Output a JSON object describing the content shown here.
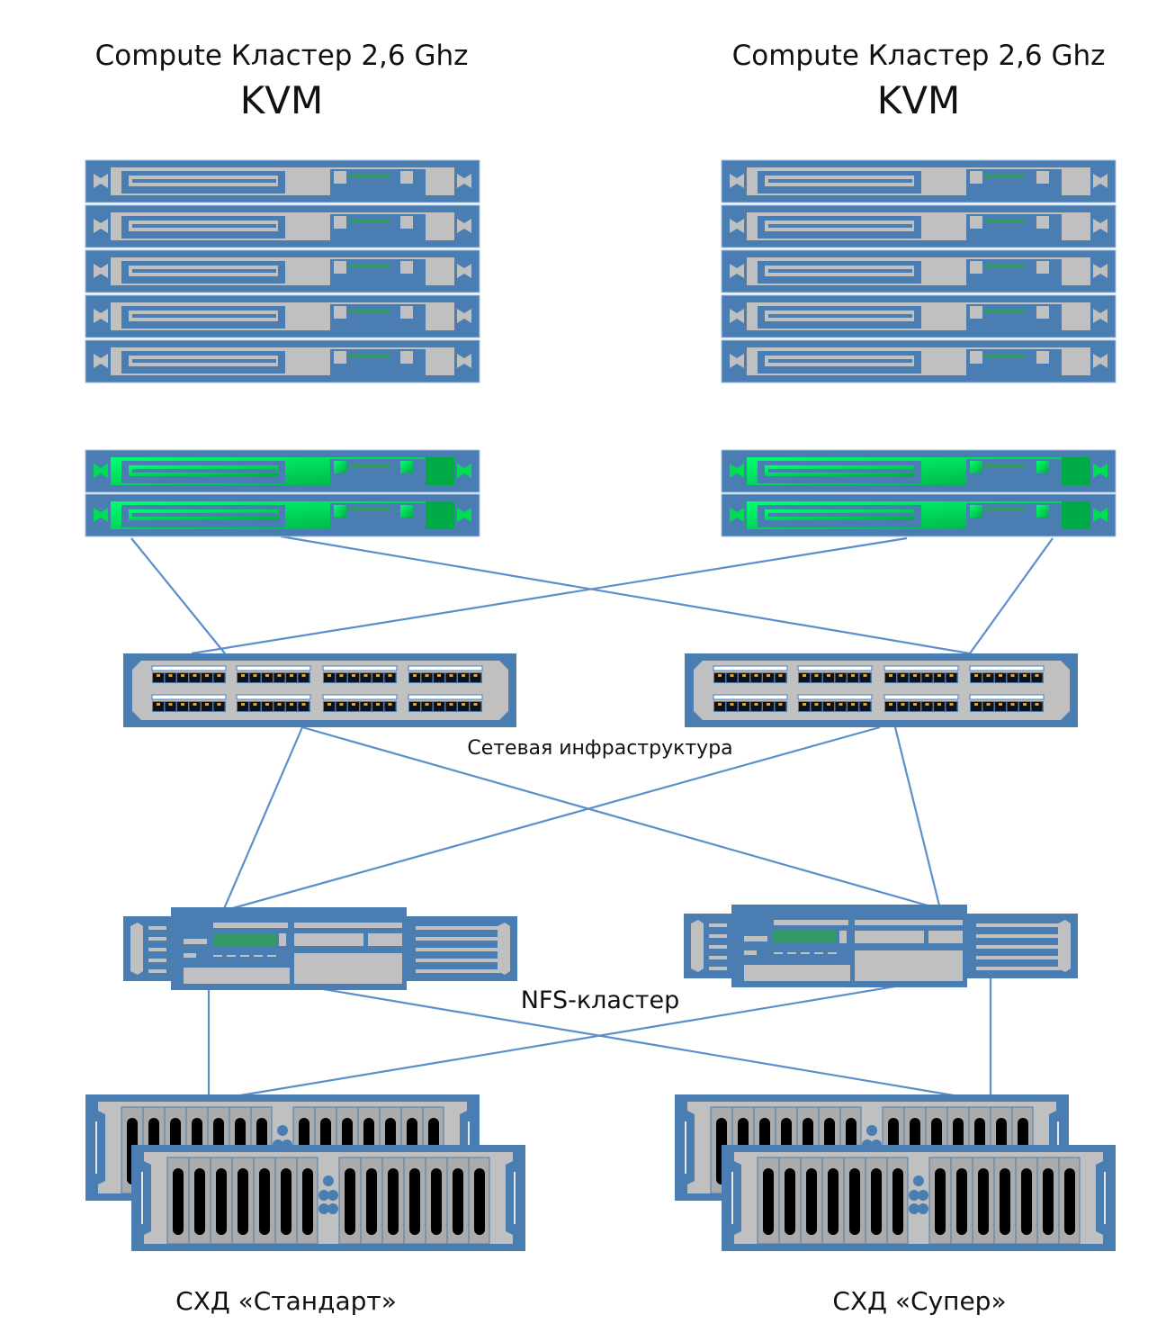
{
  "diagram": {
    "title": "Infrastructure topology",
    "clusters": [
      {
        "id": "left",
        "title": "Compute Кластер 2,6 Ghz",
        "subtitle": "KVM",
        "compute_nodes": 5,
        "gateway_nodes": 2
      },
      {
        "id": "right",
        "title": "Compute Кластер 2,6 Ghz",
        "subtitle": "KVM",
        "compute_nodes": 5,
        "gateway_nodes": 2
      }
    ],
    "network": {
      "label": "Сетевая инфраструктура",
      "switches": 2,
      "ports_per_switch": 48
    },
    "nfs": {
      "label": "NFS-кластер",
      "servers": 2
    },
    "storage": [
      {
        "id": "left",
        "label": "СХД «Стандарт»",
        "arrays": 2
      },
      {
        "id": "right",
        "label": "СХД «Супер»",
        "arrays": 2
      }
    ],
    "connections": [
      {
        "from": "left-gateway",
        "to": "left-switch"
      },
      {
        "from": "left-gateway",
        "to": "right-switch"
      },
      {
        "from": "right-gateway",
        "to": "left-switch"
      },
      {
        "from": "right-gateway",
        "to": "right-switch"
      },
      {
        "from": "left-switch",
        "to": "left-nfs"
      },
      {
        "from": "left-switch",
        "to": "right-nfs"
      },
      {
        "from": "right-switch",
        "to": "left-nfs"
      },
      {
        "from": "right-switch",
        "to": "right-nfs"
      },
      {
        "from": "left-nfs",
        "to": "left-storage"
      },
      {
        "from": "left-nfs",
        "to": "right-storage"
      },
      {
        "from": "right-nfs",
        "to": "left-storage"
      },
      {
        "from": "right-nfs",
        "to": "right-storage"
      }
    ],
    "colors": {
      "chassis": "#4a7eb3",
      "panel": "#c0c0c0",
      "led": "#339966",
      "gateway": "#00cc55",
      "link": "#5b8fcc",
      "port": "#f0a020"
    }
  }
}
